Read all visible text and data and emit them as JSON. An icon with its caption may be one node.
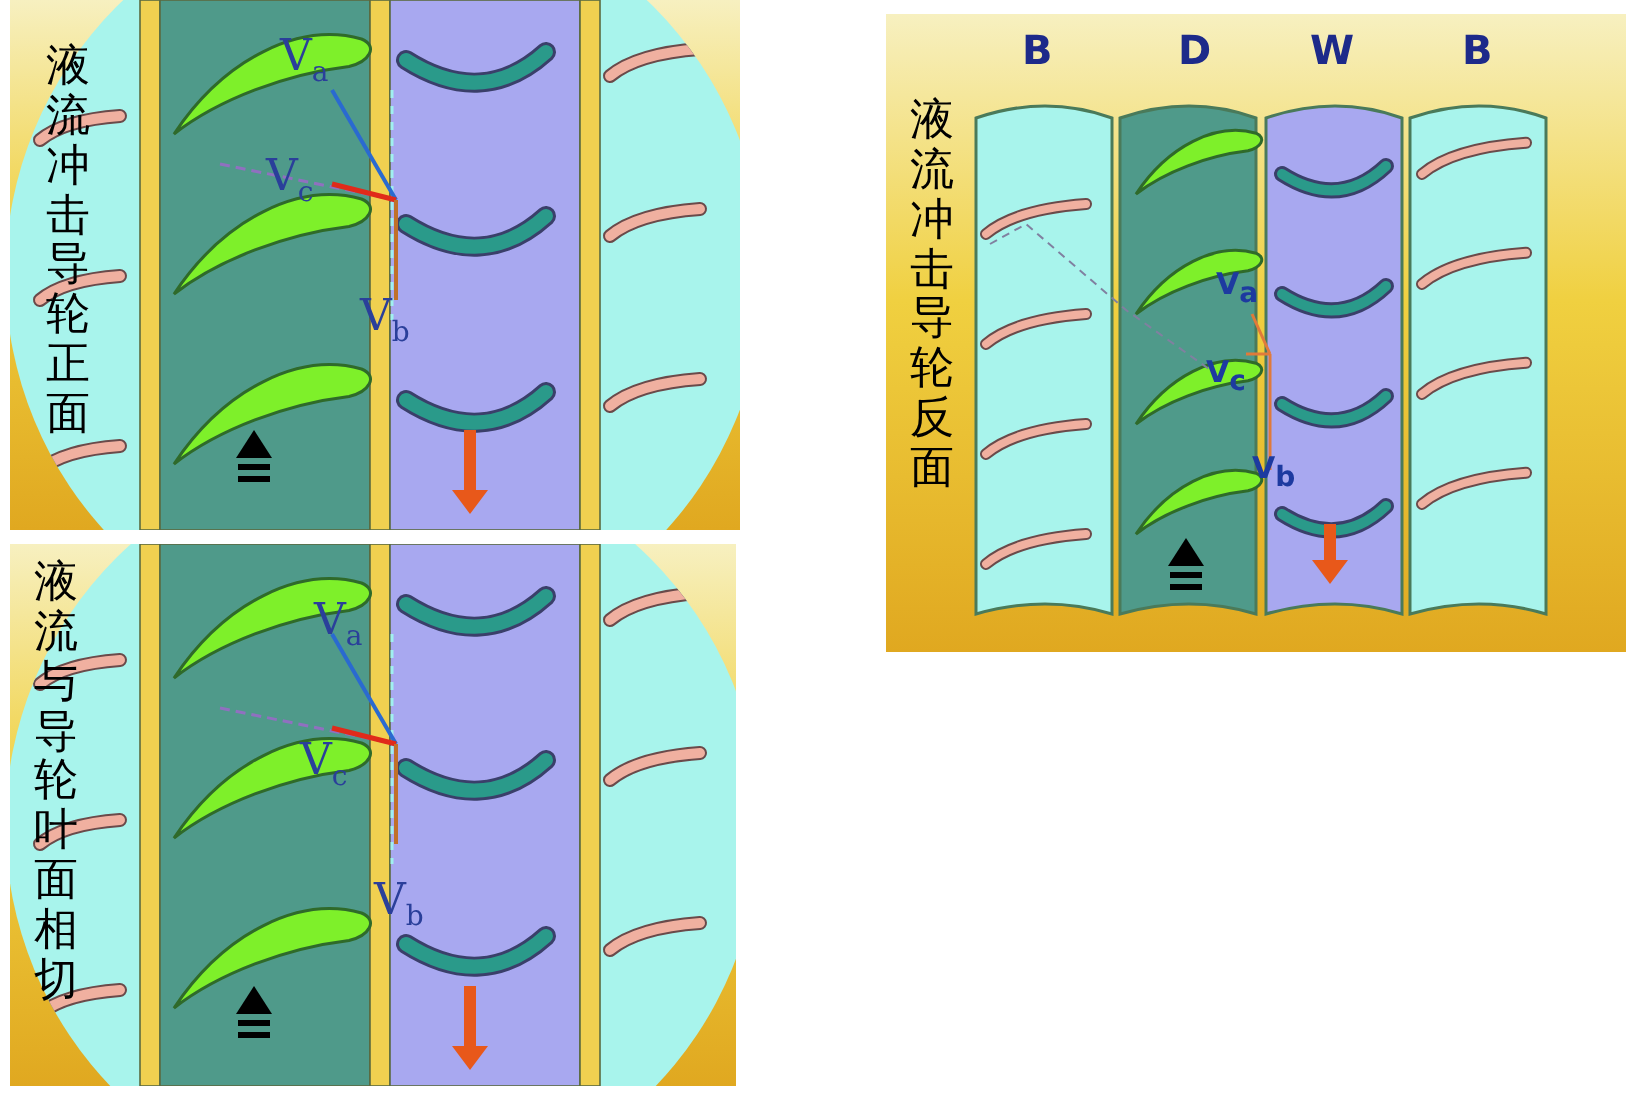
{
  "diagram": {
    "nodes": [
      {
        "text": [
          "液流冲击导轮正面"
        ]
      },
      {
        "text": [
          "液流冲击导轮反面"
        ]
      },
      {
        "text": [
          "液流与导轮叶面相切"
        ]
      }
    ],
    "labels": [
      "V$_{a}$",
      "V$_{c}$",
      "V$_{b}$",
      "B",
      "D",
      "W",
      "B",
      "V$_{a}$",
      "V$_{c}$",
      "V$_{b}$",
      "V$_{a}$",
      "V$_{c}$",
      "V$_{b}$"
    ]
  }
}
